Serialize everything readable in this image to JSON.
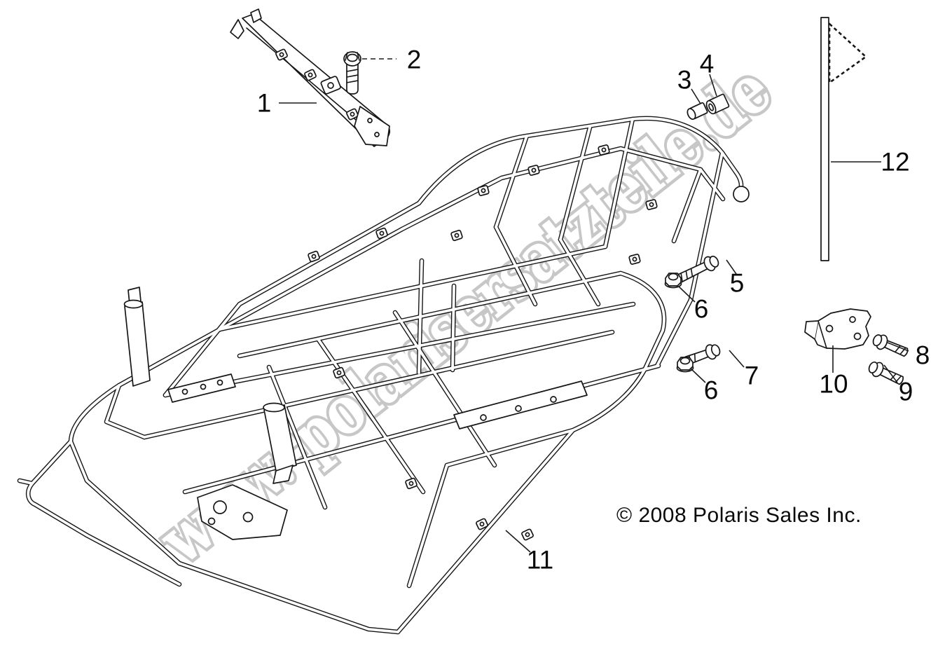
{
  "diagram": {
    "watermark": "www.-polarisersatzteile.de",
    "copyright": "© 2008 Polaris Sales Inc."
  },
  "callouts": {
    "c1": "1",
    "c2": "2",
    "c3": "3",
    "c4": "4",
    "c5": "5",
    "c6a": "6",
    "c6b": "6",
    "c7": "7",
    "c8": "8",
    "c9": "9",
    "c10": "10",
    "c11": "11",
    "c12": "12"
  },
  "colors": {
    "line": "#161616",
    "watermark_outline": "#c7c7c7",
    "background": "#ffffff"
  },
  "icons": {
    "flag_marker": "pennant-flag",
    "bolt": "hex-flange-bolt",
    "nut": "hex-flange-nut",
    "bushing": "cylindrical-bushing",
    "bracket": "mount-bracket",
    "rail": "support-rail",
    "frame": "chassis-main-frame"
  }
}
